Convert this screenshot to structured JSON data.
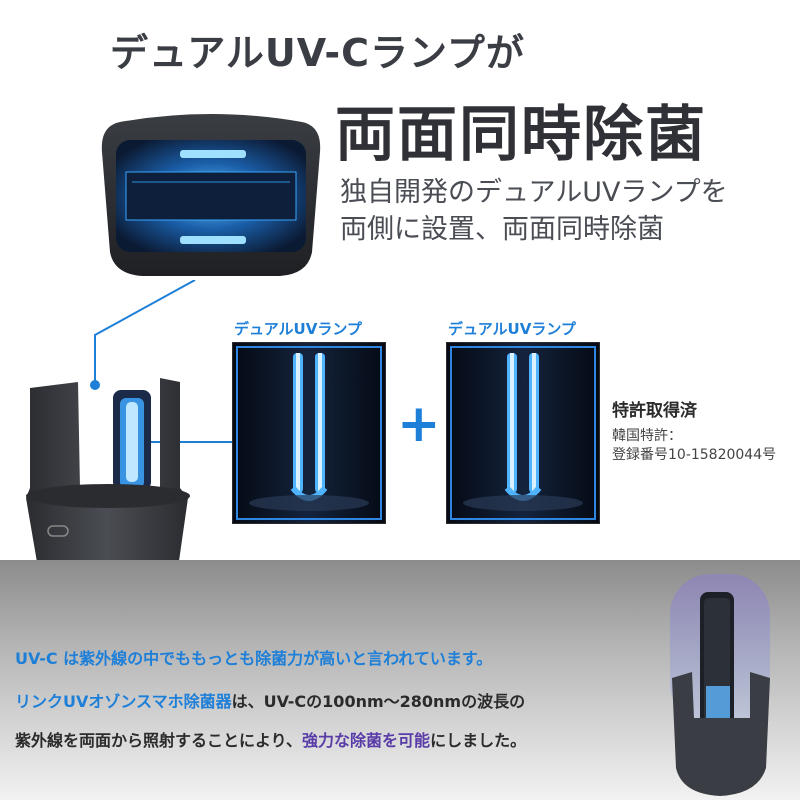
{
  "header": {
    "title_line1": "デュアルUV-Cランプが",
    "title_line2": "両面同時除菌",
    "subtitle_line1": "独自開発のデュアルUVランプを",
    "subtitle_line2": "両側に設置、両面同時除菌"
  },
  "lamps": {
    "label_left": "デュアルUVランプ",
    "label_right": "デュアルUVランプ",
    "plus": "+"
  },
  "patent": {
    "title": "特許取得済",
    "line1": "韓国特許：",
    "line2": "登録番号10-15820044号"
  },
  "body": {
    "line1": "UV-C は紫外線の中でももっとも除菌力が高いと言われています。",
    "line2_a": "リンクUVオゾンスマホ除菌器",
    "line2_b": "は、UV-Cの100nm～280nmの波長の",
    "line3_a": "紫外線を両面から照射することにより、",
    "line3_b": "強力な除菌を可能",
    "line3_c": "にしました。"
  },
  "colors": {
    "accent": "#1e7fd8",
    "emphasis": "#5a3ca8",
    "heading": "#2f3137"
  }
}
